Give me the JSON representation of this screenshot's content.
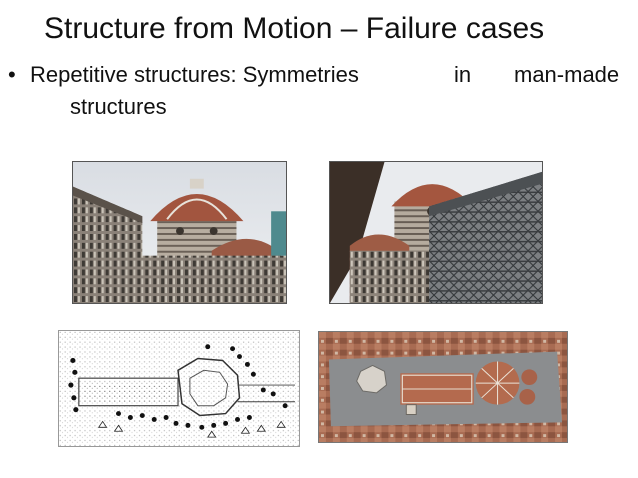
{
  "slide": {
    "title": "Structure from Motion – Failure cases",
    "bullet": {
      "marker": "•",
      "text_part1": "Repetitive structures: Symmetries",
      "text_part2": "in",
      "text_part3": "man-made",
      "continuation": "structures"
    },
    "images": [
      {
        "name": "cathedral-photo-1"
      },
      {
        "name": "cathedral-photo-2"
      },
      {
        "name": "reconstruction-point-cloud"
      },
      {
        "name": "aerial-map-view"
      }
    ]
  }
}
